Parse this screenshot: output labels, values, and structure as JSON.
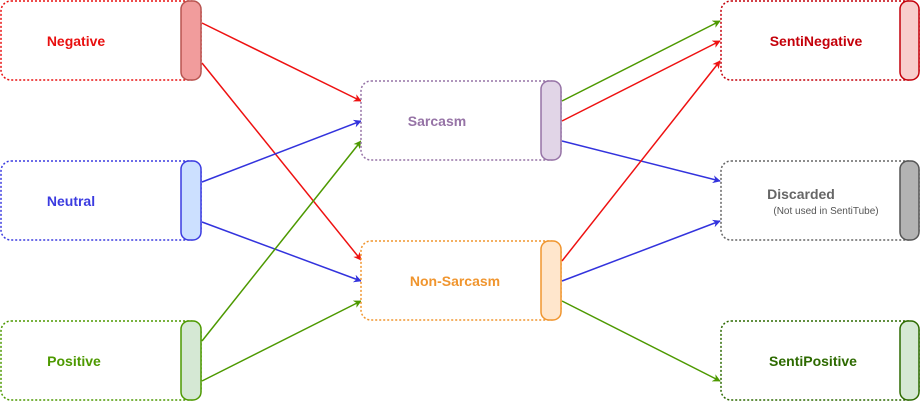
{
  "nodes": {
    "negative": {
      "label": "Negative",
      "color": "#e81010",
      "tab_fill": "#f19c9c",
      "tab_stroke": "#b85450"
    },
    "neutral": {
      "label": "Neutral",
      "color": "#3b3be0",
      "tab_fill": "#cce0ff",
      "tab_stroke": "#3b3be0"
    },
    "positive": {
      "label": "Positive",
      "color": "#4d9900",
      "tab_fill": "#d5e8d4",
      "tab_stroke": "#4d9900"
    },
    "sarcasm": {
      "label": "Sarcasm",
      "color": "#9673a6",
      "tab_fill": "#e1d5e7",
      "tab_stroke": "#9673a6"
    },
    "non_sarcasm": {
      "label": "Non-Sarcasm",
      "color": "#f0952e",
      "tab_fill": "#ffe6cc",
      "tab_stroke": "#f0952e"
    },
    "senti_negative": {
      "label": "SentiNegative",
      "color": "#c4000a",
      "tab_fill": "#f8cecc",
      "tab_stroke": "#c4000a"
    },
    "discarded": {
      "label": "Discarded",
      "sublabel": "(Not used in SentiTube)",
      "color": "#666666",
      "tab_fill": "#b3b3b3",
      "tab_stroke": "#555555"
    },
    "senti_positive": {
      "label": "SentiPositive",
      "color": "#2d6a00",
      "tab_fill": "#d5e8d4",
      "tab_stroke": "#2d6a00"
    }
  },
  "edge_colors": {
    "red": "#ee1111",
    "blue": "#3333dd",
    "green": "#4d9900"
  }
}
